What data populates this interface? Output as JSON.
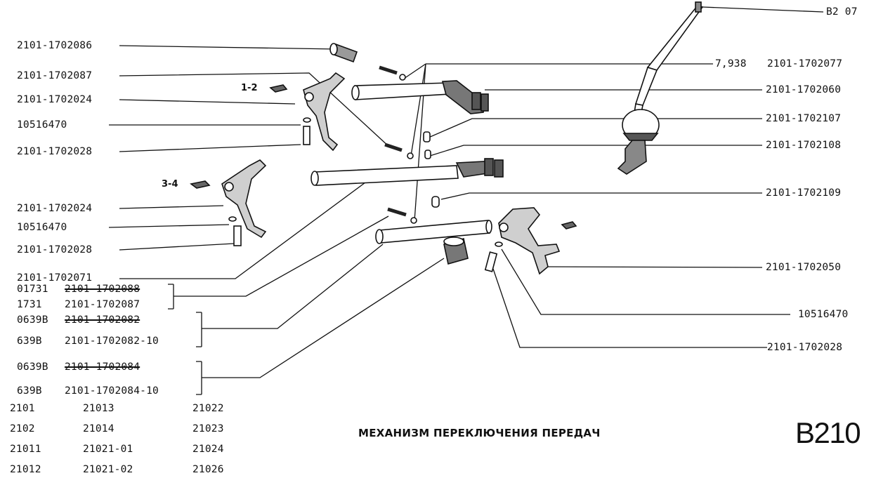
{
  "left_labels": [
    "2101-1702086",
    "2101-1702087",
    "2101-1702024",
    "10516470",
    "2101-1702028",
    "2101-1702024",
    "10516470",
    "2101-1702028",
    "2101-1702071"
  ],
  "right_labels": {
    "b2_07": "B2 07",
    "ball_size": "7,938",
    "ball": "2101-1702077",
    "r60": "2101-1702060",
    "r107": "2101-1702107",
    "r108": "2101-1702108",
    "r109": "2101-1702109",
    "r50": "2101-1702050",
    "r_washer": "10516470",
    "r28": "2101-1702028"
  },
  "groups": {
    "g1": {
      "old_code": "01731",
      "old_part": "2101-1702088",
      "new_code": "1731",
      "new_part": "2101-1702087"
    },
    "g2": {
      "old_code": "0639B",
      "old_part": "2101-1702082",
      "new_code": "639B",
      "new_part": "2101-1702082-10"
    },
    "g3": {
      "old_code": "0639B",
      "old_part": "2101-1702084",
      "new_code": "639B",
      "new_part": "2101-1702084-10"
    }
  },
  "gear_marks": {
    "first": "1-2",
    "second": "3-4"
  },
  "models": [
    [
      "2101",
      "21013",
      "21022"
    ],
    [
      "2102",
      "21014",
      "21023"
    ],
    [
      "21011",
      "21021-01",
      "21024"
    ],
    [
      "21012",
      "21021-02",
      "21026"
    ]
  ],
  "title": "МЕХАНИЗМ ПЕРЕКЛЮЧЕНИЯ ПЕРЕДАЧ",
  "page_code": "B210"
}
